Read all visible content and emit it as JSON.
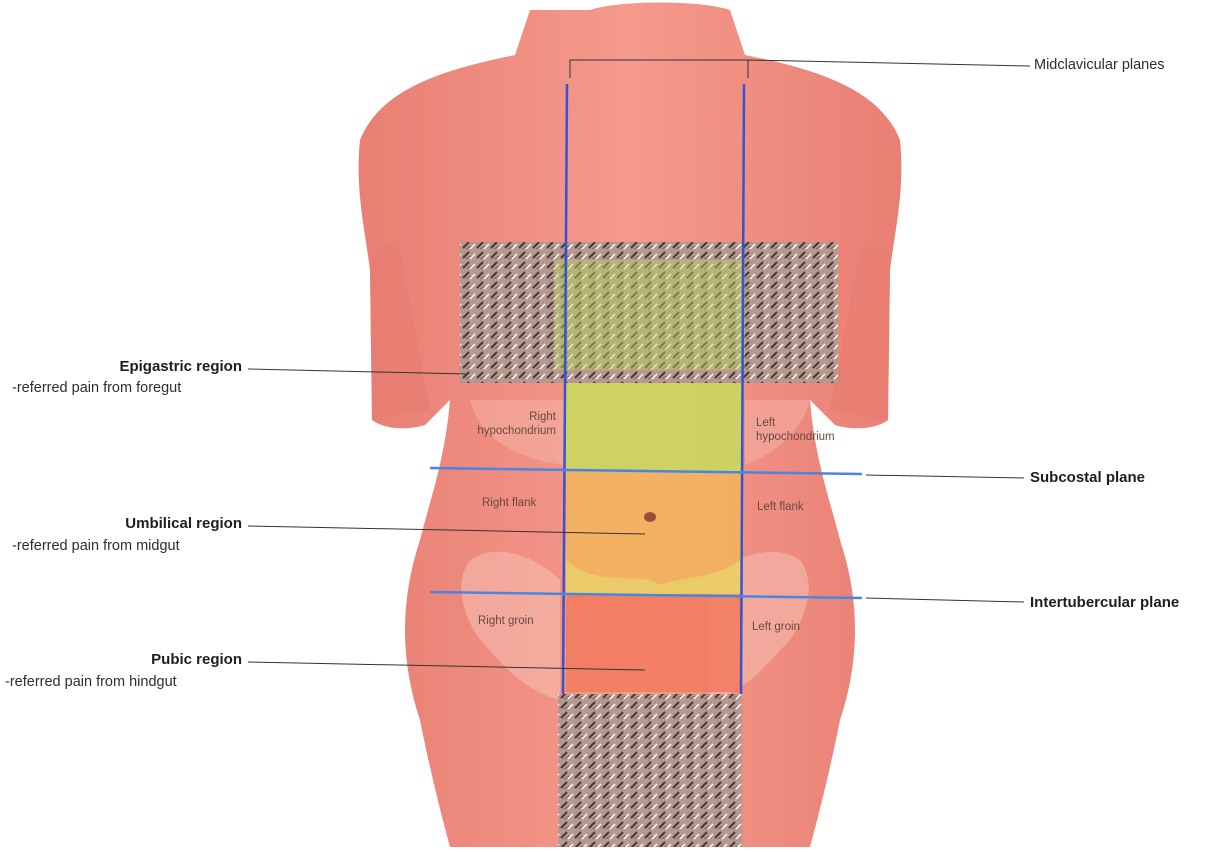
{
  "colors": {
    "skin": "#f08f82",
    "skin_light": "#f7b3a6",
    "plane_blue": "#3355d0",
    "plane_light_blue": "#5b8fe0",
    "epigastric_fill": "#b7d55a",
    "umbilical_fill": "#f0b860",
    "pubic_fill": "#f07860",
    "hair": "#5b4a44"
  },
  "leaders": {
    "epigastric": {
      "title": "Epigastric region",
      "sub": "-referred pain from foregut"
    },
    "umbilical": {
      "title": "Umbilical region",
      "sub": "-referred pain from midgut"
    },
    "pubic": {
      "title": "Pubic region",
      "sub": "-referred pain from hindgut"
    }
  },
  "planes": {
    "midclavicular": "Midclavicular planes",
    "subcostal": "Subcostal plane",
    "intertubercular": "Intertubercular plane"
  },
  "regions": {
    "right_hypochondrium": [
      "Right",
      "hypochondrium"
    ],
    "left_hypochondrium": [
      "Left",
      "hypochondrium"
    ],
    "right_flank": "Right flank",
    "left_flank": "Left flank",
    "right_groin": "Right groin",
    "left_groin": "Left groin"
  }
}
